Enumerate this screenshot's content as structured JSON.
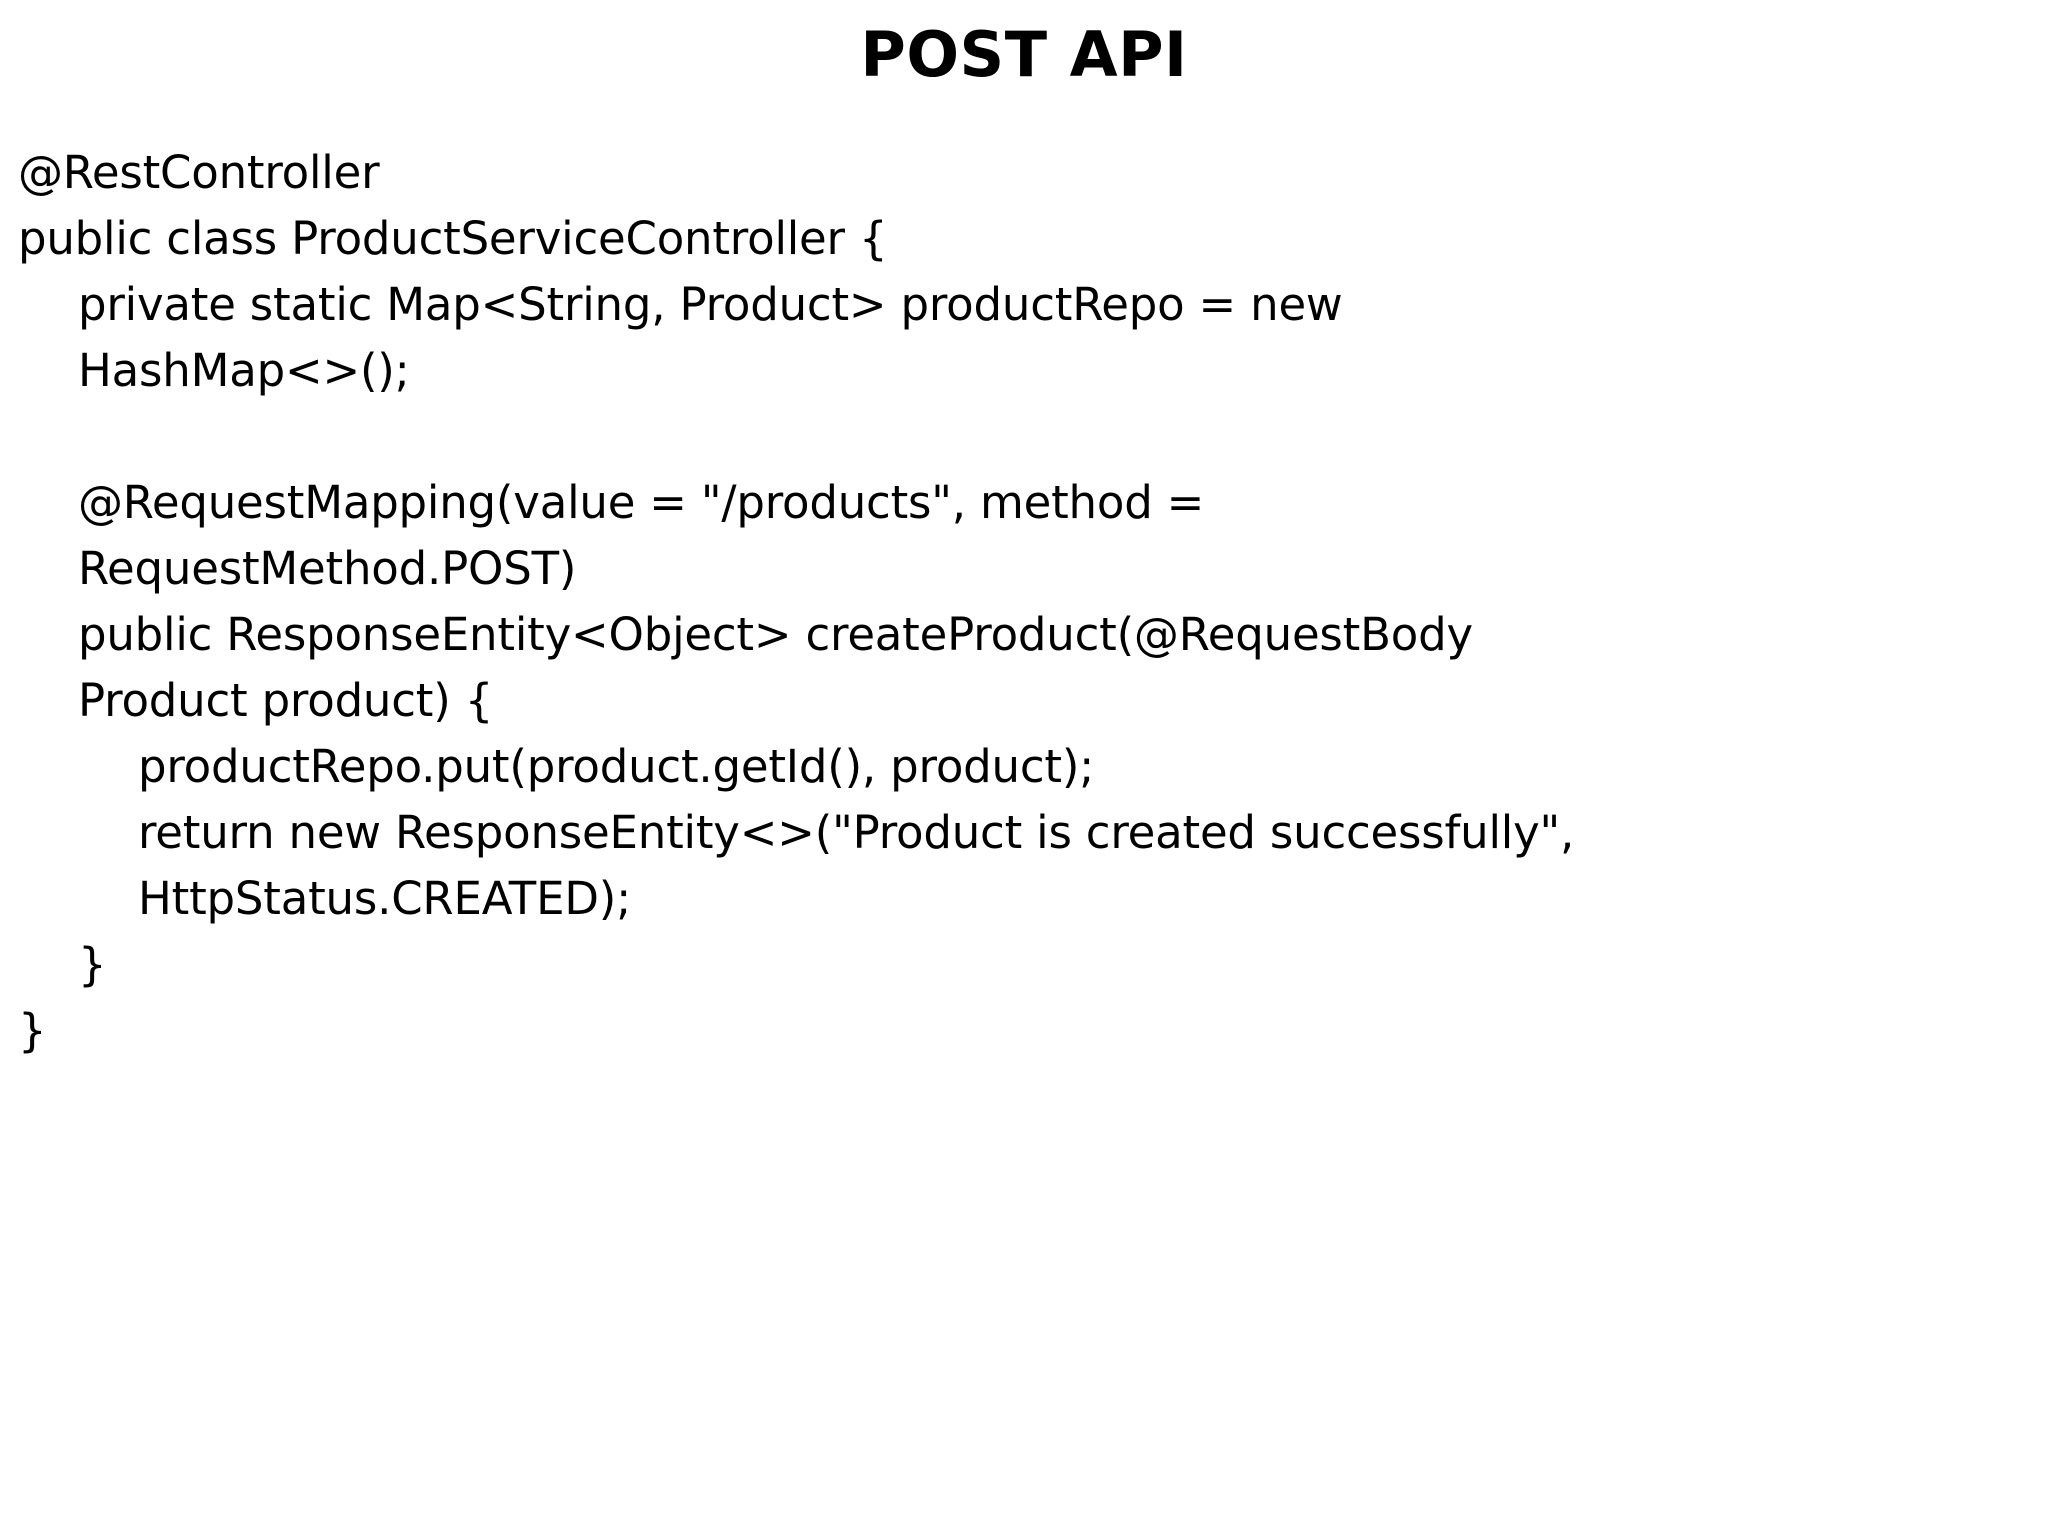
{
  "slide": {
    "title": "POST API",
    "background_color": "#ffffff",
    "text_color": "#000000",
    "code_lines": [
      {
        "indent": 0,
        "segments": [
          "@RestController"
        ]
      },
      {
        "indent": 0,
        "segments": [
          "public class ProductServiceController {"
        ]
      },
      {
        "indent": 1,
        "segments": [
          "private static Map<String, Product> productRepo = new",
          "HashMap<>();"
        ]
      },
      {
        "indent": 1,
        "segments": [
          ""
        ]
      },
      {
        "indent": 1,
        "segments": [
          "@RequestMapping(value = \"/products\", method =",
          "RequestMethod.POST)"
        ]
      },
      {
        "indent": 1,
        "segments": [
          "public ResponseEntity<Object> createProduct(@RequestBody",
          "Product product) {"
        ]
      },
      {
        "indent": 2,
        "segments": [
          "productRepo.put(product.getId(), product);"
        ]
      },
      {
        "indent": 2,
        "segments": [
          "return new ResponseEntity<>(\"Product is created successfully\",",
          "HttpStatus.CREATED);"
        ]
      },
      {
        "indent": 1,
        "segments": [
          "}"
        ]
      },
      {
        "indent": 0,
        "segments": [
          "}"
        ]
      }
    ]
  }
}
